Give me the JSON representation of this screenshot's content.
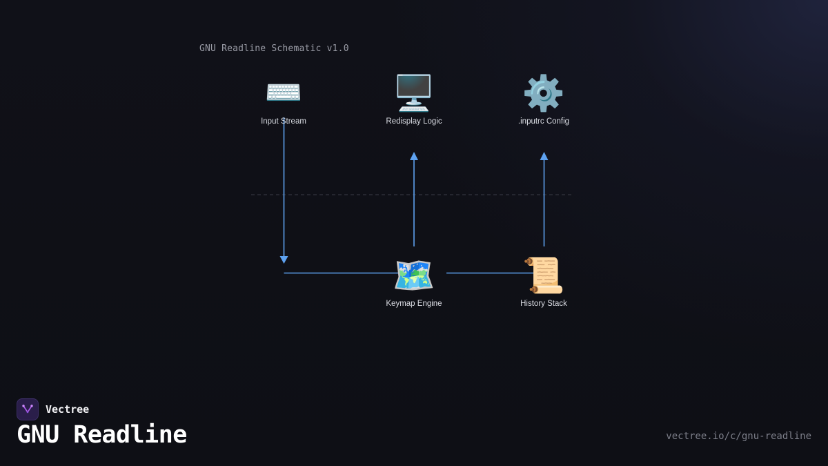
{
  "diagram": {
    "title": "GNU Readline Schematic v1.0",
    "nodes": [
      {
        "id": "input-stream",
        "label": "Input Stream",
        "icon": "⌨️",
        "icon_name": "keyboard-icon"
      },
      {
        "id": "redisplay-logic",
        "label": "Redisplay Logic",
        "icon": "🖥️",
        "icon_name": "desktop-computer-icon"
      },
      {
        "id": "inputrc-config",
        "label": ".inputrc Config",
        "icon": "⚙️",
        "icon_name": "gear-icon"
      },
      {
        "id": "keymap-engine",
        "label": "Keymap Engine",
        "icon": "🗺️",
        "icon_name": "world-map-icon"
      },
      {
        "id": "history-stack",
        "label": "History Stack",
        "icon": "📜",
        "icon_name": "scroll-icon"
      }
    ],
    "edges": [
      {
        "from": "input-stream",
        "to": "keymap-engine"
      },
      {
        "from": "keymap-engine",
        "to": "redisplay-logic"
      },
      {
        "from": "history-stack",
        "to": "inputrc-config"
      },
      {
        "from": "keymap-engine",
        "to": "history-stack"
      }
    ],
    "edge_color": "#5ea2f0"
  },
  "footer": {
    "brand": "Vectree",
    "title": "GNU Readline",
    "url": "vectree.io/c/gnu-readline"
  },
  "colors": {
    "background": "#0f1016",
    "brand_logo_bg": "#2a1e4a",
    "brand_logo_accent": "#b15cf0"
  }
}
